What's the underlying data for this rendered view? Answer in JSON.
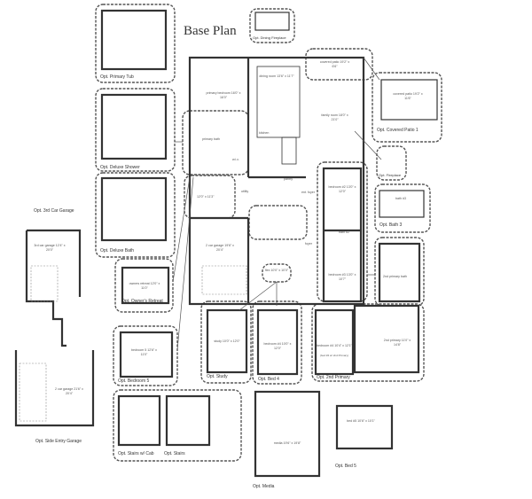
{
  "title": "Base Plan",
  "options": [
    {
      "id": "primary-tub",
      "label": "Opt. Primary Tub"
    },
    {
      "id": "deluxe-shower",
      "label": "Opt. Deluxe Shower"
    },
    {
      "id": "deluxe-bath",
      "label": "Opt. Deluxe Bath"
    },
    {
      "id": "dining-fireplace",
      "label": "Opt. Dining Fireplace"
    },
    {
      "id": "covered-patio-1",
      "label": "Opt. Covered Patio 1"
    },
    {
      "id": "fireplace",
      "label": "Opt. Fireplace"
    },
    {
      "id": "bath-3",
      "label": "Opt. Bath 3"
    },
    {
      "id": "3rd-car-garage",
      "label": "Opt. 3rd Car Garage"
    },
    {
      "id": "owners-retreat",
      "label": "Opt. Owner's Retreat"
    },
    {
      "id": "bedroom-5",
      "label": "Opt. Bedroom 5"
    },
    {
      "id": "side-entry-garage",
      "label": "Opt. Side Entry Garage"
    },
    {
      "id": "stairs-w-cab",
      "label": "Opt. Stairs w/ Cab"
    },
    {
      "id": "stairs",
      "label": "Opt. Stairs"
    },
    {
      "id": "study",
      "label": "Opt. Study"
    },
    {
      "id": "bed-4",
      "label": "Opt. Bed 4"
    },
    {
      "id": "2nd-primary",
      "label": "Opt. 2nd Primary"
    },
    {
      "id": "media",
      "label": "Opt. Media"
    },
    {
      "id": "bed-5",
      "label": "Opt. Bed 5"
    }
  ],
  "rooms": {
    "primary_bedroom": "primary bedroom 16'0\" x 16'0\"",
    "dining_room": "dining room 13'6\" x 11'7\"",
    "kitchen": "kitchen",
    "family_room": "family room 18'0\" x 21'0\"",
    "covered_patio": "covered patio 19'2\" x 6'6\"",
    "covered_patio_opt": "covered patio 19'2\" x 11'6\"",
    "primary_bath": "primary bath",
    "wic": "w.i.c.",
    "utility": "utility",
    "pantry": "pantry",
    "entry_foyer": "ent. foyer",
    "foyer": "foyer",
    "bedroom_2": "bedroom #2 13'0\" x 12'0\"",
    "bedroom_3": "bedroom #3 13'0\" x 10'7\"",
    "bath_2": "bath #2",
    "bath_3": "bath #3",
    "garage_2car": "2 car garage 19'6\" x 20'4\"",
    "flex": "12'0\" x 11'3\"",
    "den": "flex 10'0\" x 10'0\"",
    "garage_3rd": "3rd car garage 12'4\" x 20'0\"",
    "owners_retreat": "owners retreat 12'0\" x 11'0\"",
    "bedroom_5": "bedroom 5 12'6\" x 11'0\"",
    "garage_side": "2 car garage 21'6\" x 20'4\"",
    "study": "study 10'0\" x 12'0\"",
    "bedroom_4": "bedroom #4 10'0\" x 12'0\"",
    "bedroom_4b": "bedroom #4 10'4\" x 12'1\"",
    "bedroom_4_note": "(bed #4 w/ 2nd Primary)",
    "second_primary": "2nd primary 11'0\" x 14'8\"",
    "second_primary_bath": "2nd primary bath",
    "media": "media 19'6\" x 19'8\"",
    "bed_5": "bed #5 10'6\" x 10'1\""
  }
}
